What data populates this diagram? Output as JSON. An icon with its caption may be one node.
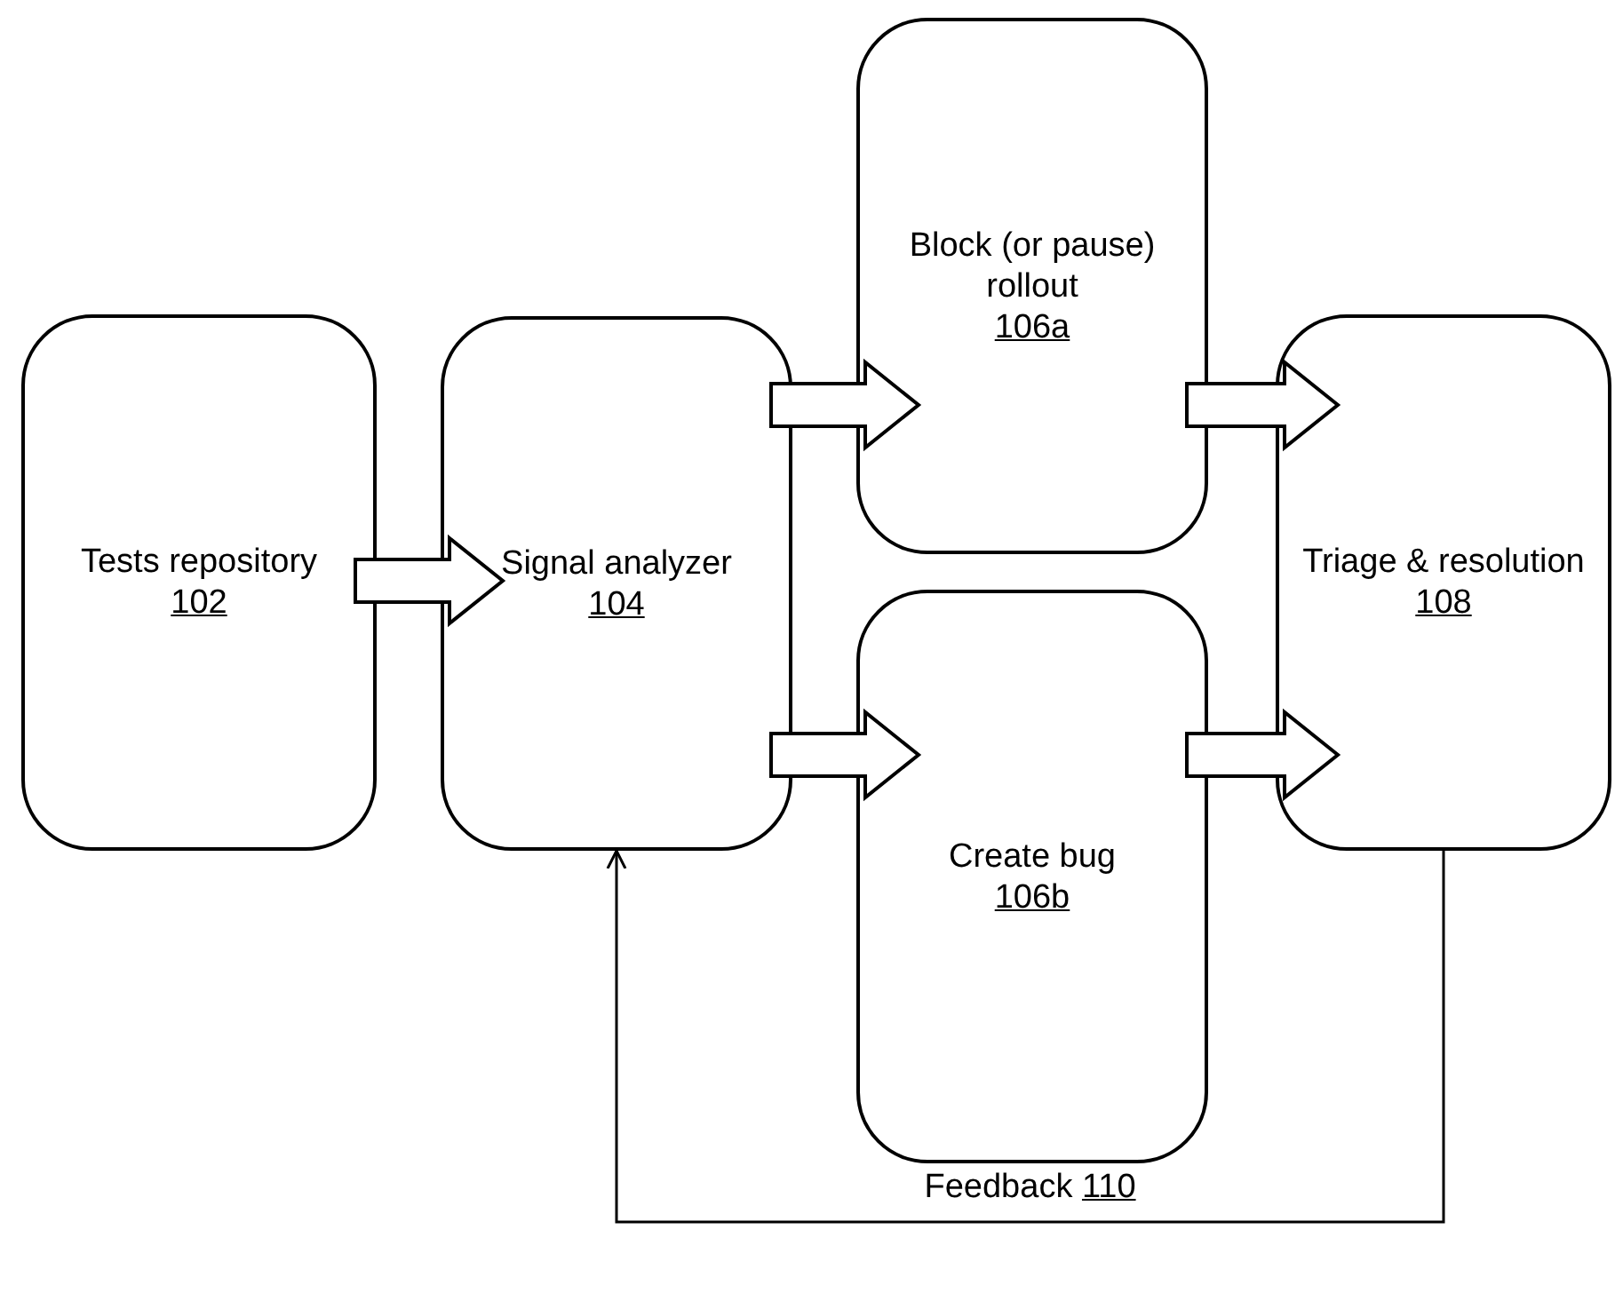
{
  "diagram": {
    "nodes": [
      {
        "text": [
          "Tests repository",
          "102"
        ]
      },
      {
        "text": [
          "Signal analyzer",
          "104"
        ]
      },
      {
        "text": [
          "Block (or pause) rollout",
          "106a"
        ]
      },
      {
        "text": [
          "Create bug",
          "106b"
        ]
      },
      {
        "text": [
          "Triage & resolution",
          "108"
        ]
      }
    ],
    "edges": [
      {
        "from": 0,
        "to": 1,
        "arrow": "to",
        "style": "thick"
      },
      {
        "from": 1,
        "to": 2,
        "arrow": "to",
        "style": "thick"
      },
      {
        "from": 1,
        "to": 3,
        "arrow": "to",
        "style": "thick"
      },
      {
        "from": 2,
        "to": 4,
        "arrow": "to",
        "style": "thick"
      },
      {
        "from": 3,
        "to": 4,
        "arrow": "to",
        "style": "thick"
      },
      {
        "from": 4,
        "to": 1,
        "arrow": "to",
        "label": "Feedback 110"
      }
    ]
  }
}
